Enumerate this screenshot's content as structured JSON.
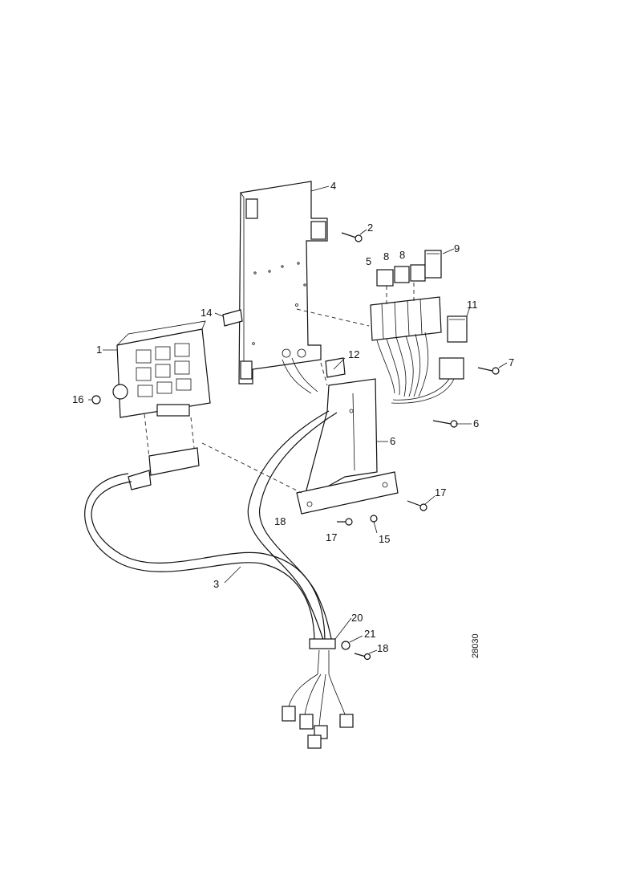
{
  "figure": {
    "callouts": [
      {
        "id": "c-4",
        "text": "4"
      },
      {
        "id": "c-2",
        "text": "2"
      },
      {
        "id": "c-5",
        "text": "5"
      },
      {
        "id": "c-8a",
        "text": "8"
      },
      {
        "id": "c-8b",
        "text": "8"
      },
      {
        "id": "c-9",
        "text": "9"
      },
      {
        "id": "c-11",
        "text": "11"
      },
      {
        "id": "c-14",
        "text": "14"
      },
      {
        "id": "c-1",
        "text": "1"
      },
      {
        "id": "c-12",
        "text": "12"
      },
      {
        "id": "c-7",
        "text": "7"
      },
      {
        "id": "c-16",
        "text": "16"
      },
      {
        "id": "c-6a",
        "text": "6"
      },
      {
        "id": "c-6b",
        "text": "6"
      },
      {
        "id": "c-17a",
        "text": "17"
      },
      {
        "id": "c-18a",
        "text": "18"
      },
      {
        "id": "c-17b",
        "text": "17"
      },
      {
        "id": "c-15",
        "text": "15"
      },
      {
        "id": "c-3",
        "text": "3"
      },
      {
        "id": "c-20",
        "text": "20"
      },
      {
        "id": "c-21",
        "text": "21"
      },
      {
        "id": "c-18b",
        "text": "18"
      }
    ],
    "side_code": "28030"
  }
}
